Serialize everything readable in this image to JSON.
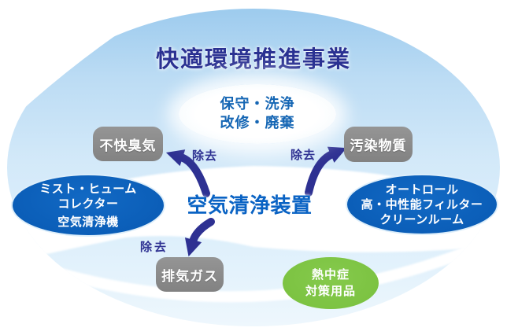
{
  "title": "快適環境推進事業",
  "hub": {
    "maintenance_lines": [
      "保守・洗浄",
      "改修・廃棄"
    ],
    "device_label": "空気清浄装置"
  },
  "removal_targets": [
    {
      "label": "不快臭気"
    },
    {
      "label": "汚染物質"
    },
    {
      "label": "排気ガス"
    }
  ],
  "arrow_labels": {
    "left": "除去",
    "right": "除去",
    "bottom": "除去"
  },
  "product_groups": {
    "left": {
      "lines": [
        "ミスト・ヒューム",
        "コレクター",
        "空気清浄機"
      ]
    },
    "right": {
      "lines": [
        "オートロール",
        "高・中性能フィルター",
        "クリーンルーム"
      ]
    },
    "heatstroke": {
      "lines": [
        "熱中症",
        "対策用品"
      ]
    }
  },
  "colors": {
    "navy_text": "#2e3192",
    "title_navy": "#2a3192",
    "device_blue": "#0a63c4",
    "hub_text_blue": "#1566b4",
    "gray_box": "#8a8a8a",
    "product_blue": "#0b5eb8",
    "product_green": "#7cc142",
    "ellipse_blue_top": "#9dcbee",
    "ellipse_blue_bottom": "#eef7fd"
  }
}
